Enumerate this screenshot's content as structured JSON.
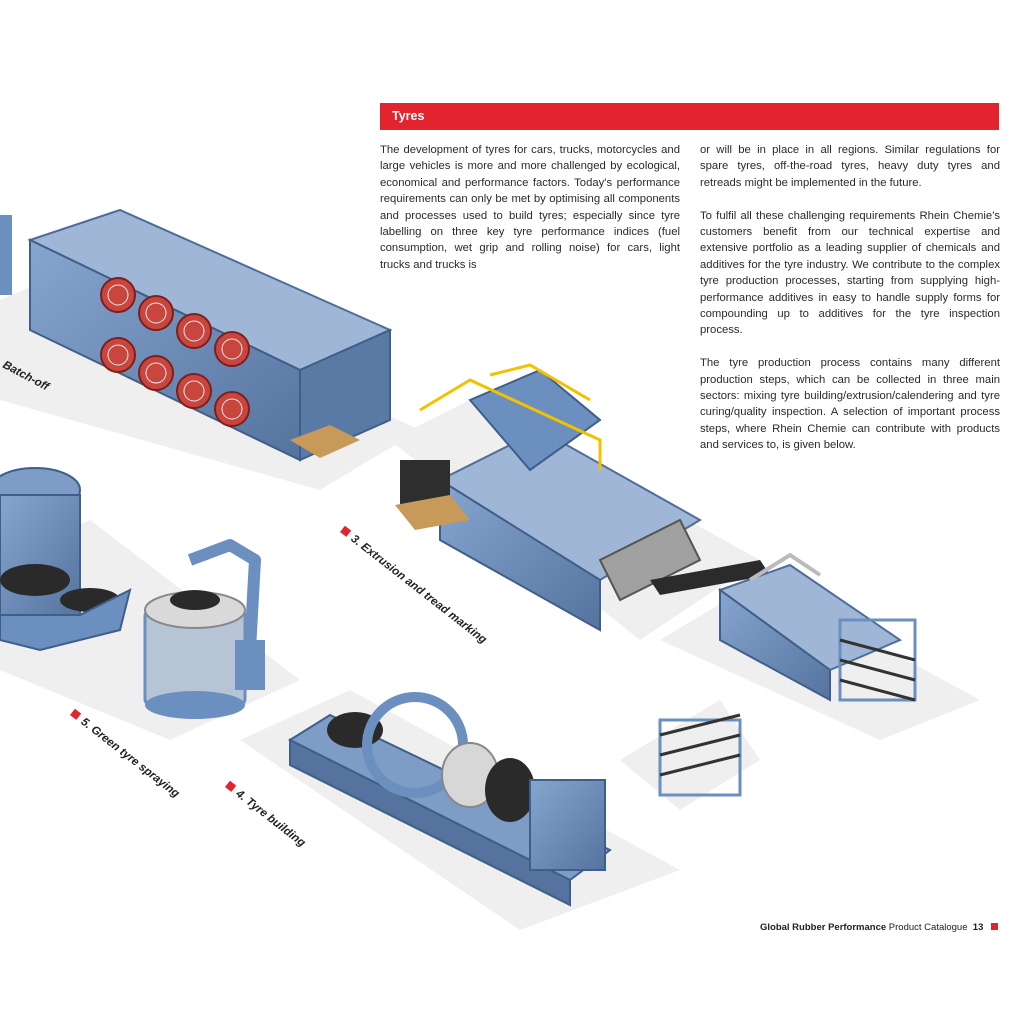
{
  "section": {
    "title": "Tyres"
  },
  "column1": {
    "paragraphs": [
      "The development of tyres for cars, trucks, motorcycles and large vehicles is more and more challenged by ecological, economical and performance factors. Today's performance requirements can only be met by optimising all components and processes used to build tyres; especially since tyre labelling on three key tyre performance indices (fuel consumption, wet grip and rolling noise) for cars, light trucks and trucks is"
    ]
  },
  "column2": {
    "paragraphs": [
      "or will be in place in all regions. Similar regulations for spare tyres, off-the-road tyres, heavy duty tyres and retreads might be implemented in the future.",
      "To fulfil all these challenging requirements Rhein Chemie's customers benefit from our technical expertise and extensive portfolio as a leading supplier of chemicals and additives for the tyre industry. We contribute to the complex tyre production processes, starting from supplying high-performance additives in easy to handle supply forms for compounding up to additives for the tyre inspection process.",
      "The tyre production process contains many different production steps, which can be collected in three main sectors: mixing tyre building/extrusion/calendering and tyre curing/quality inspection. A selection of important process steps, where Rhein Chemie can contribute with products and services to, is given below."
    ]
  },
  "steps": {
    "batch_off": "Batch-off",
    "extrusion": "3. Extrusion and tread marking",
    "green_tyre": "5. Green tyre spraying",
    "tyre_building": "4. Tyre building"
  },
  "footer": {
    "brand": "Global Rubber Performance",
    "catalogue": "Product Catalogue",
    "page_number": "13"
  },
  "colors": {
    "accent_red": "#e3232d",
    "machine_blue": "#6b8fbf",
    "floor_grey": "#eeeeee"
  },
  "icons": [
    "square-bullet-icon"
  ]
}
